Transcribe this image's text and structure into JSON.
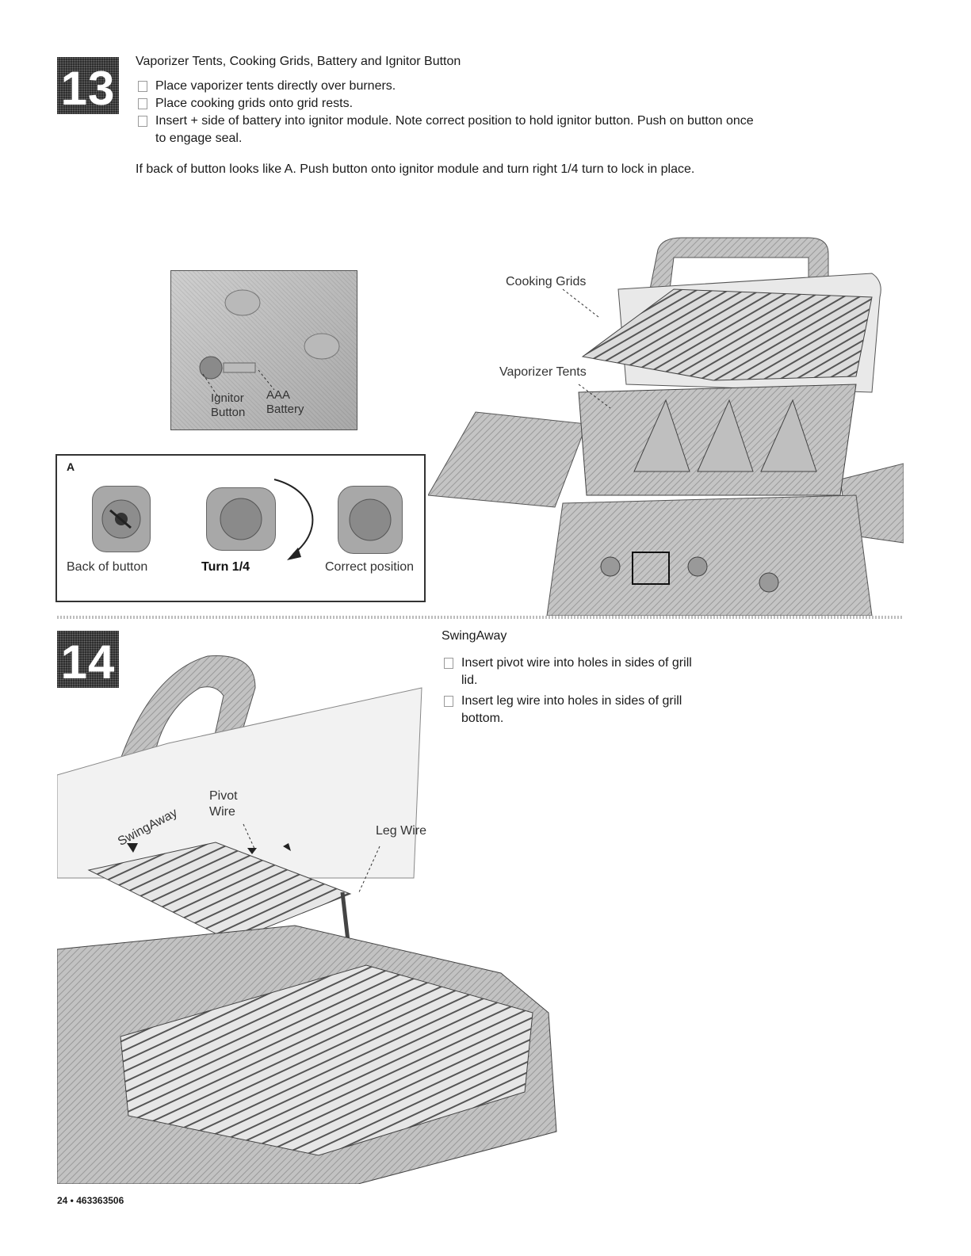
{
  "step13": {
    "number": "13",
    "heading": "Vaporizer Tents, Cooking Grids, Battery and Ignitor Button",
    "bullets": [
      "Place vaporizer tents directly over burners.",
      "Place cooking grids onto grid rests.",
      "Insert + side of battery into ignitor module. Note correct position to hold ignitor button. Push on button once",
      "to engage seal."
    ],
    "note": "If back of button looks like A. Push button onto ignitor module and turn right 1/4 turn to lock in place.",
    "detail_labels": {
      "ignitor_button": "Ignitor\nButton",
      "aaa_battery": "AAA\nBattery"
    },
    "inset": {
      "letter": "A",
      "back_of_button": "Back of button",
      "turn": "Turn 1/4",
      "correct_position": "Correct position"
    },
    "callouts": {
      "cooking_grids": "Cooking Grids",
      "vaporizer_tents": "Vaporizer Tents"
    }
  },
  "step14": {
    "number": "14",
    "heading": "SwingAway",
    "bullets": [
      "Insert pivot wire into holes in sides of grill",
      "lid.",
      "Insert leg wire into holes in sides of grill",
      "bottom."
    ],
    "callouts": {
      "pivot": "Pivot",
      "wire": "Wire",
      "leg_wire": "Leg Wire",
      "swingaway": "SwingAway"
    }
  },
  "footer": {
    "page": "24 • 463363506"
  }
}
